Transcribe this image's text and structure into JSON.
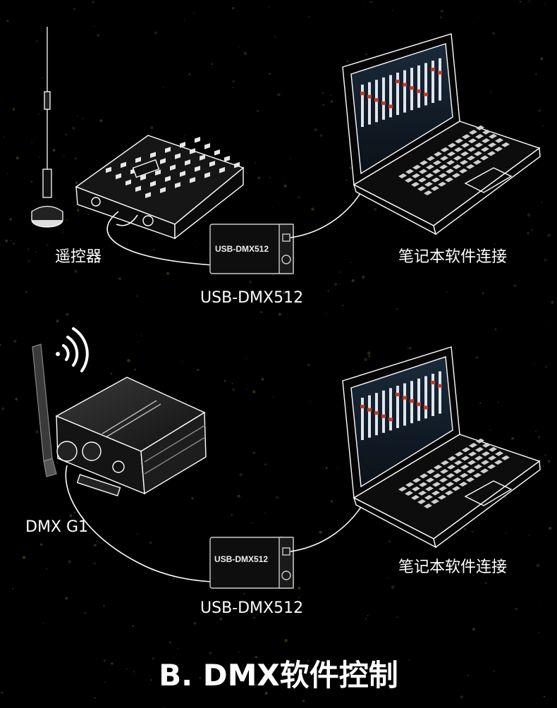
{
  "diagram": {
    "top": {
      "controller_label": "遥控器",
      "usb_label": "USB-DMX512",
      "usb_device_text": "USB-DMX512",
      "laptop_label": "笔记本软件连接"
    },
    "bottom": {
      "receiver_label": "DMX G1",
      "usb_label": "USB-DMX512",
      "usb_device_text": "USB-DMX512",
      "laptop_label": "笔记本软件连接"
    },
    "title": "B. DMX软件控制"
  },
  "colors": {
    "background": "#000000",
    "line": "#ffffff",
    "text": "#ffffff"
  }
}
